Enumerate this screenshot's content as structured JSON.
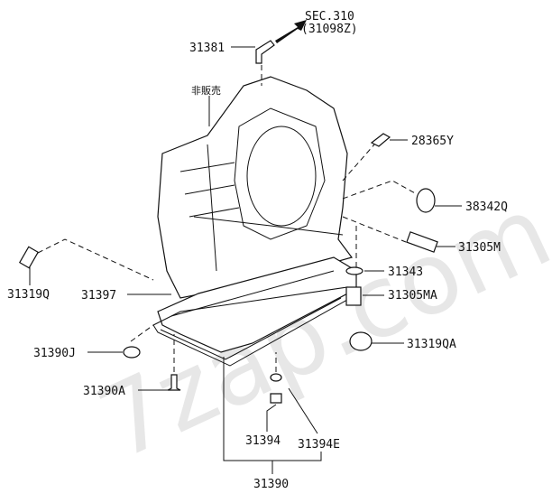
{
  "title": "Transmission case and oil pan parts diagram",
  "watermark": "7zap.com",
  "labels": {
    "sec_ref": "SEC.310",
    "sec_ref_part": "(31098Z)",
    "p31381": "31381",
    "not_for_sale": "非販売",
    "p28365Y": "28365Y",
    "p38342Q": "38342Q",
    "p31305M": "31305M",
    "p31343": "31343",
    "p31305MA": "31305MA",
    "p31319QA": "31319QA",
    "p31319Q": "31319Q",
    "p31397": "31397",
    "p31390J": "31390J",
    "p31390A": "31390A",
    "p31394": "31394",
    "p31394E": "31394E",
    "p31390": "31390"
  }
}
